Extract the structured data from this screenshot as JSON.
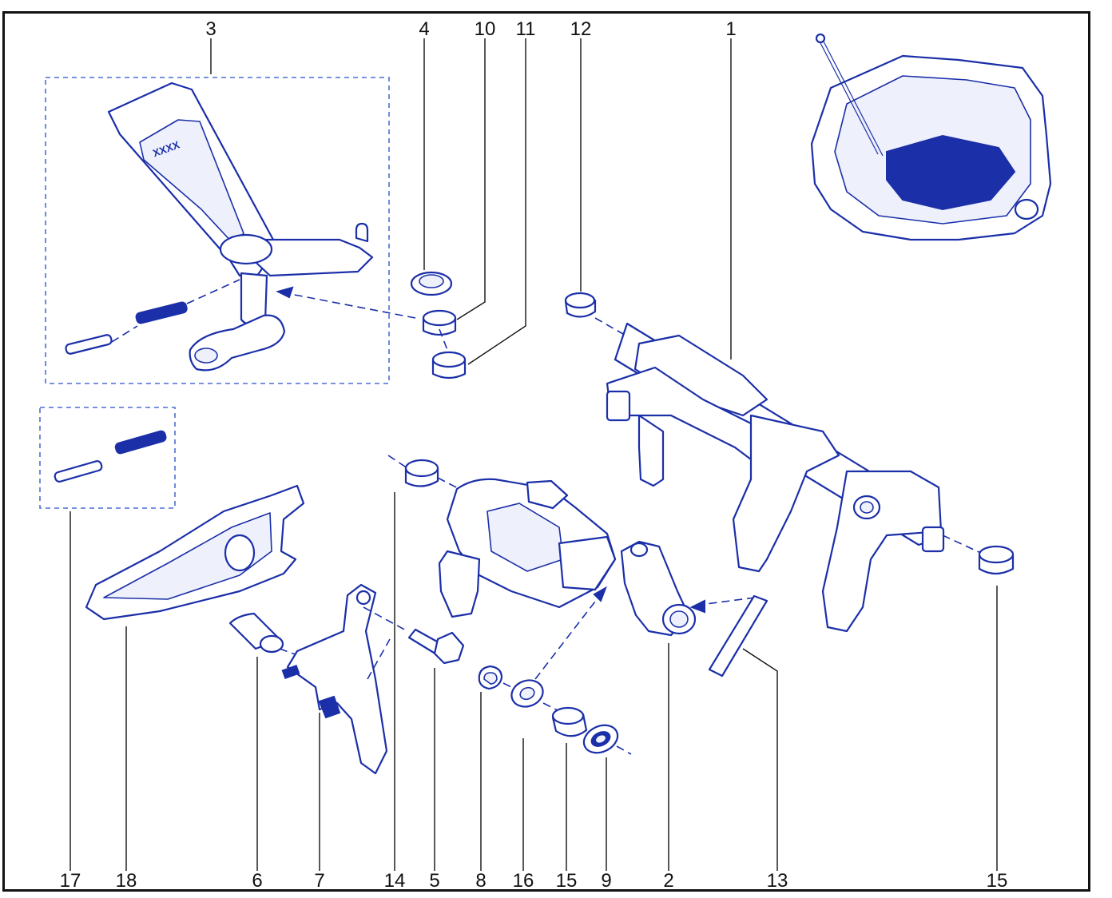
{
  "callouts": {
    "n3": "3",
    "n4": "4",
    "n10": "10",
    "n11": "11",
    "n12": "12",
    "n1": "1",
    "n17": "17",
    "n18": "18",
    "n6": "6",
    "n7": "7",
    "n14": "14",
    "n5": "5",
    "n8": "8",
    "n16": "16",
    "n15a": "15",
    "n9": "9",
    "n2": "2",
    "n13": "13",
    "n15b": "15"
  },
  "lever_marking": "XXXX",
  "colors": {
    "line_art": "#1b2fa8",
    "dashed_box": "#4a6ed0",
    "frame": "#111111"
  }
}
